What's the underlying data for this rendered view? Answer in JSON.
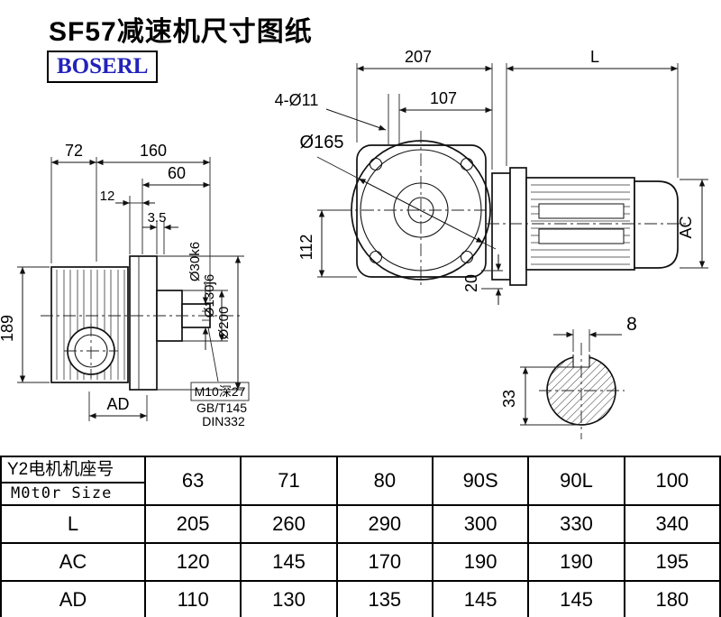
{
  "page": {
    "title": "SF57减速机尺寸图纸",
    "brand": "BOSERL"
  },
  "colors": {
    "brand_text": "#2222bb",
    "line_ink": "#111111",
    "background": "#ffffff"
  },
  "side_view": {
    "d72": "72",
    "d160": "160",
    "d60": "60",
    "d12": "12",
    "d3_5": "3.5",
    "d189": "189",
    "dAD": "AD",
    "d30": "Ø30k6",
    "d130": "Ø130j6",
    "d200": "Ø200",
    "note_line1": "M10深27",
    "note_line2": "GB/T145",
    "note_line3": "DIN332"
  },
  "front_view": {
    "d207": "207",
    "dL": "L",
    "holes": "4-Ø11",
    "d107": "107",
    "d165": "Ø165",
    "d112": "112",
    "d20": "20",
    "dAC": "AC"
  },
  "shaft_section": {
    "d8": "8",
    "d33": "33"
  },
  "table": {
    "header": {
      "label_cn": "Y2电机机座号",
      "label_en": "M0t0r Size",
      "values": [
        "63",
        "71",
        "80",
        "90S",
        "90L",
        "100"
      ]
    },
    "rows": [
      {
        "label": "L",
        "values": [
          "205",
          "260",
          "290",
          "300",
          "330",
          "340"
        ]
      },
      {
        "label": "AC",
        "values": [
          "120",
          "145",
          "170",
          "190",
          "190",
          "195"
        ]
      },
      {
        "label": "AD",
        "values": [
          "110",
          "130",
          "135",
          "145",
          "145",
          "180"
        ]
      }
    ]
  }
}
